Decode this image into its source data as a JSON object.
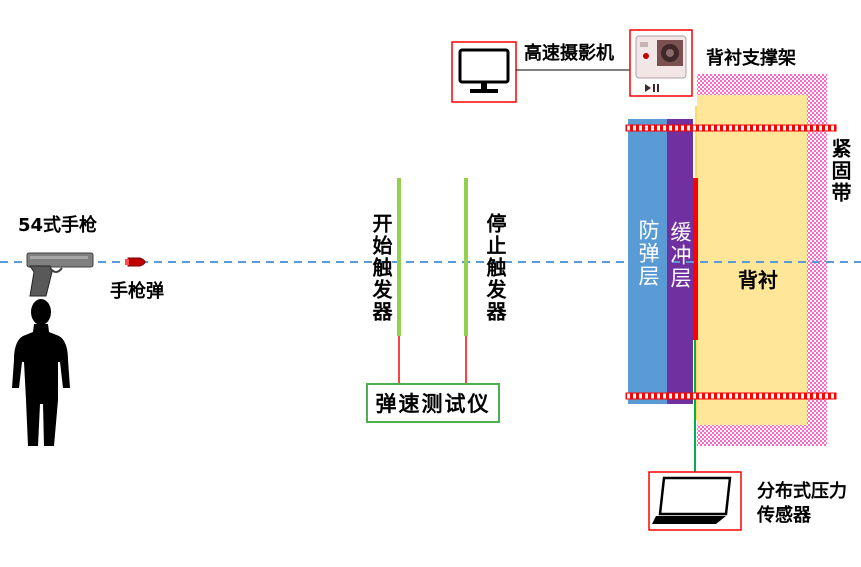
{
  "labels": {
    "pistol": "54式手枪",
    "bullet": "手枪弹",
    "start_trigger": "开始触发器",
    "stop_trigger": "停止触发器",
    "velocity_meter": "弹速测试仪",
    "camera": "高速摄影机",
    "backing_frame": "背衬支撑架",
    "strap": "紧固带",
    "armor_layer": "防弹层",
    "buffer_layer": "缓冲层",
    "backing": "背衬",
    "sensor": "分布式压力传感器"
  },
  "colors": {
    "trajectory": "#5b9bd5",
    "trigger": "#92d050",
    "trigger_wire": "#ff0000",
    "box_border": "#4caf50",
    "armor_layer": "#5b9bd5",
    "buffer_layer": "#7030a0",
    "backing": "#ffe699",
    "frame": "#ff66cc",
    "strap": "#ff0000",
    "sensor": "#ff0000",
    "sensor_wire": "#00b050",
    "device_border": "#ff0000"
  }
}
